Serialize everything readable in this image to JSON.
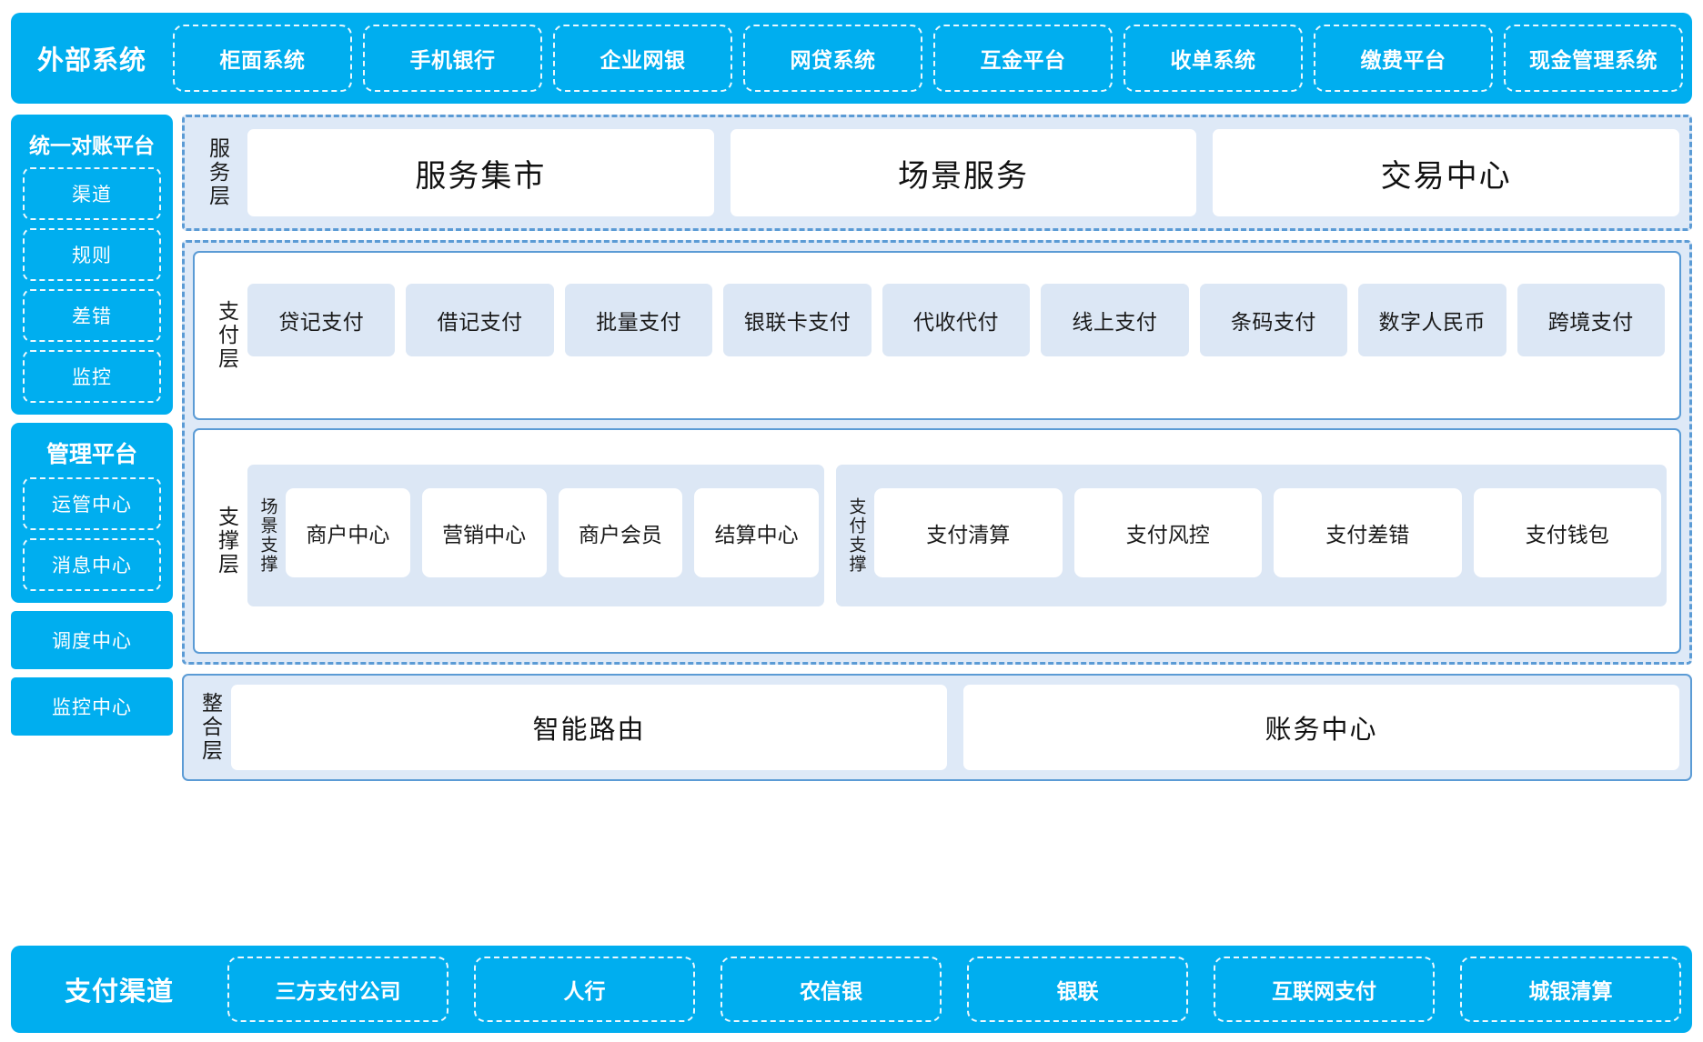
{
  "external": {
    "title": "外部系统",
    "items": [
      "柜面系统",
      "手机银行",
      "企业网银",
      "网贷系统",
      "互金平台",
      "收单系统",
      "缴费平台",
      "现金管理系统"
    ]
  },
  "sidebar": {
    "reconciliation": {
      "title": "统一对账平台",
      "items": [
        "渠道",
        "规则",
        "差错",
        "监控"
      ]
    },
    "management": {
      "title": "管理平台",
      "items": [
        "运管中心",
        "消息中心"
      ]
    },
    "standalone": [
      "调度中心",
      "监控中心"
    ]
  },
  "service_layer": {
    "label": "服务层",
    "cards": [
      "服务集市",
      "场景服务",
      "交易中心"
    ]
  },
  "payment_layer": {
    "label": "支付层",
    "cards": [
      "贷记支付",
      "借记支付",
      "批量支付",
      "银联卡支付",
      "代收代付",
      "线上支付",
      "条码支付",
      "数字人民币",
      "跨境支付"
    ]
  },
  "support_layer": {
    "label": "支撑层",
    "groups": [
      {
        "label": "场景支撑",
        "cards": [
          "商户中心",
          "营销中心",
          "商户会员",
          "结算中心"
        ]
      },
      {
        "label": "支付支撑",
        "cards": [
          "支付清算",
          "支付风控",
          "支付差错",
          "支付钱包"
        ]
      }
    ]
  },
  "integration_layer": {
    "label": "整合层",
    "cards": [
      "智能路由",
      "账务中心"
    ]
  },
  "channel": {
    "title": "支付渠道",
    "items": [
      "三方支付公司",
      "人行",
      "农信银",
      "银联",
      "互联网支付",
      "城银清算"
    ]
  },
  "colors": {
    "brand_blue": "#00AEEF",
    "panel_border": "#5B9BD5",
    "panel_fill": "#DEE9F7",
    "card_fill": "#DCE7F5",
    "white": "#FFFFFF"
  }
}
